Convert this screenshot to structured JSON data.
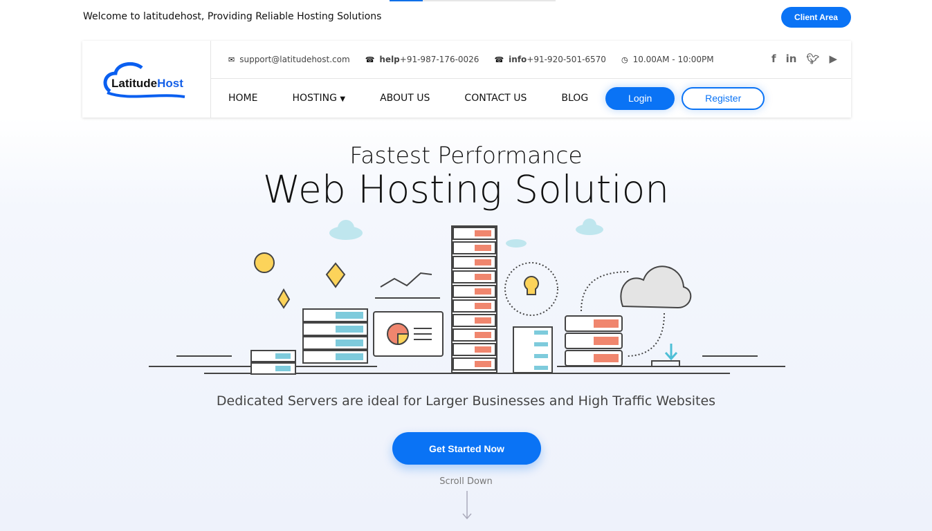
{
  "topbar": {
    "welcome": "Welcome to latitudehost, Providing Reliable Hosting Solutions",
    "client_area": "Client Area"
  },
  "logo": {
    "text_a": "Latitude",
    "text_b": "Host"
  },
  "contact": {
    "email": "support@latitudehost.com",
    "help_label": "help",
    "help_phone": "+91-987-176-0026",
    "info_label": "info",
    "info_phone": "+91-920-501-6570",
    "hours": "10.00AM - 10:00PM"
  },
  "social": [
    "facebook",
    "linkedin",
    "twitter",
    "youtube"
  ],
  "nav": {
    "items": [
      "HOME",
      "HOSTING",
      "ABOUT US",
      "CONTACT US",
      "BLOG"
    ],
    "login": "Login",
    "register": "Register"
  },
  "hero": {
    "line1": "Fastest Performance",
    "line2": "Web Hosting Solution",
    "subtitle": "Dedicated Servers are ideal for Larger Businesses and High Traffic Websites",
    "cta": "Get Started Now",
    "scroll": "Scroll Down"
  },
  "colors": {
    "accent": "#0a73f5"
  }
}
